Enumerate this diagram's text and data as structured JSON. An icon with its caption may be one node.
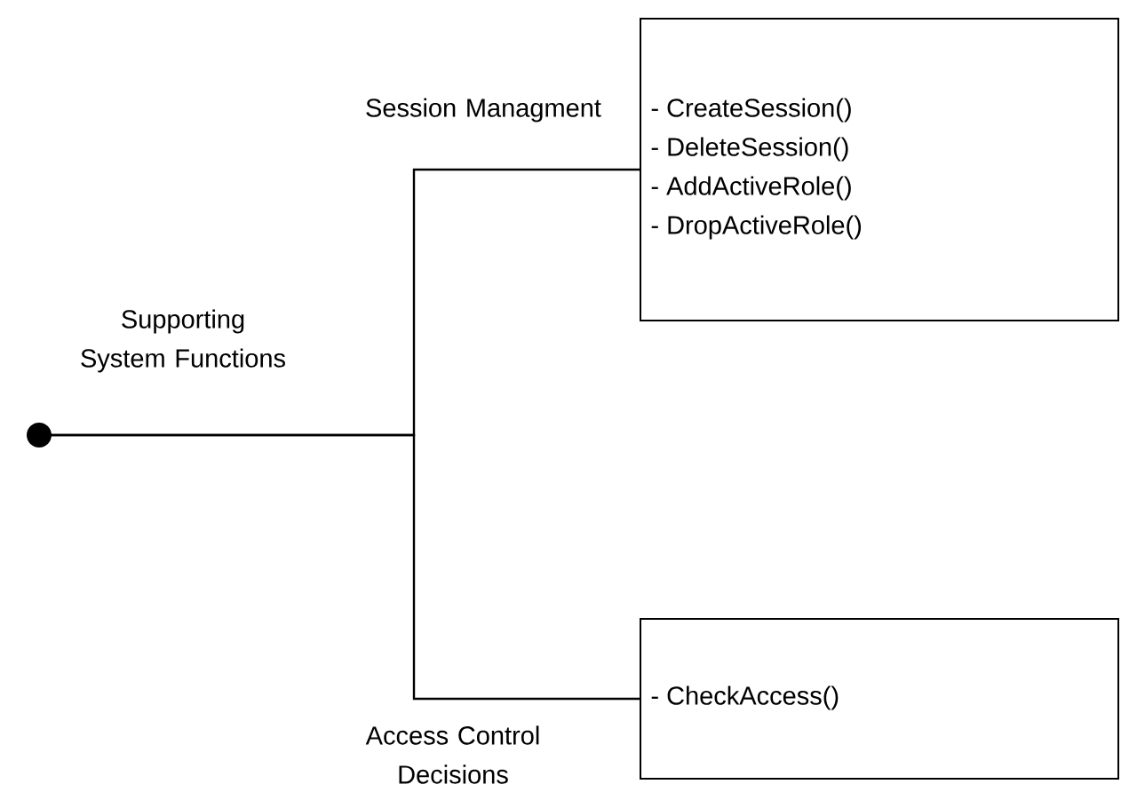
{
  "diagram": {
    "nodes": [
      {
        "text": [],
        "shape": "circle"
      },
      {
        "text": [
          "- CreateSession()",
          "- DeleteSession()",
          "- AddActiveRole()",
          "- DropActiveRole()"
        ]
      },
      {
        "text": [
          "- CheckAccess()"
        ]
      }
    ],
    "edges": [
      {
        "from": 0,
        "to": 1,
        "arrow": "none",
        "label": "Session Managment"
      },
      {
        "from": 0,
        "to": 2,
        "arrow": "none",
        "label": "Access Control Decisions"
      }
    ],
    "labels": [
      "Supporting System Functions"
    ]
  }
}
